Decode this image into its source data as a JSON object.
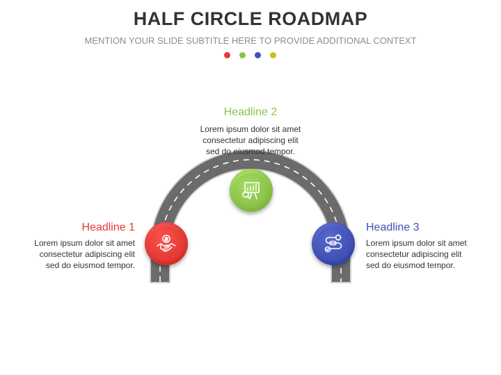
{
  "title": "HALF CIRCLE ROADMAP",
  "subtitle": "MENTION YOUR SLIDE SUBTITLE HERE TO PROVIDE ADDITIONAL CONTEXT",
  "dots": [
    {
      "color": "#e53935"
    },
    {
      "color": "#8bc34a"
    },
    {
      "color": "#3f51b5"
    },
    {
      "color": "#c6c31a"
    }
  ],
  "steps": [
    {
      "headline": "Headline 1",
      "color": "#e53935",
      "icon": "handshake-dollar-icon",
      "lines": [
        "Lorem ipsum dolor sit amet",
        "consectetur adipiscing elit",
        "sed do eiusmod tempor."
      ]
    },
    {
      "headline": "Headline 2",
      "color": "#8bc34a",
      "icon": "presentation-chart-icon",
      "lines": [
        "Lorem ipsum dolor sit amet",
        "consectetur adipiscing elit",
        "sed do eiusmod tempor."
      ]
    },
    {
      "headline": "Headline 3",
      "color": "#3f51b5",
      "icon": "route-path-icon",
      "lines": [
        "Lorem ipsum dolor sit amet",
        "consectetur adipiscing elit",
        "sed do eiusmod tempor."
      ]
    }
  ],
  "road_color": "#6b6b6b"
}
